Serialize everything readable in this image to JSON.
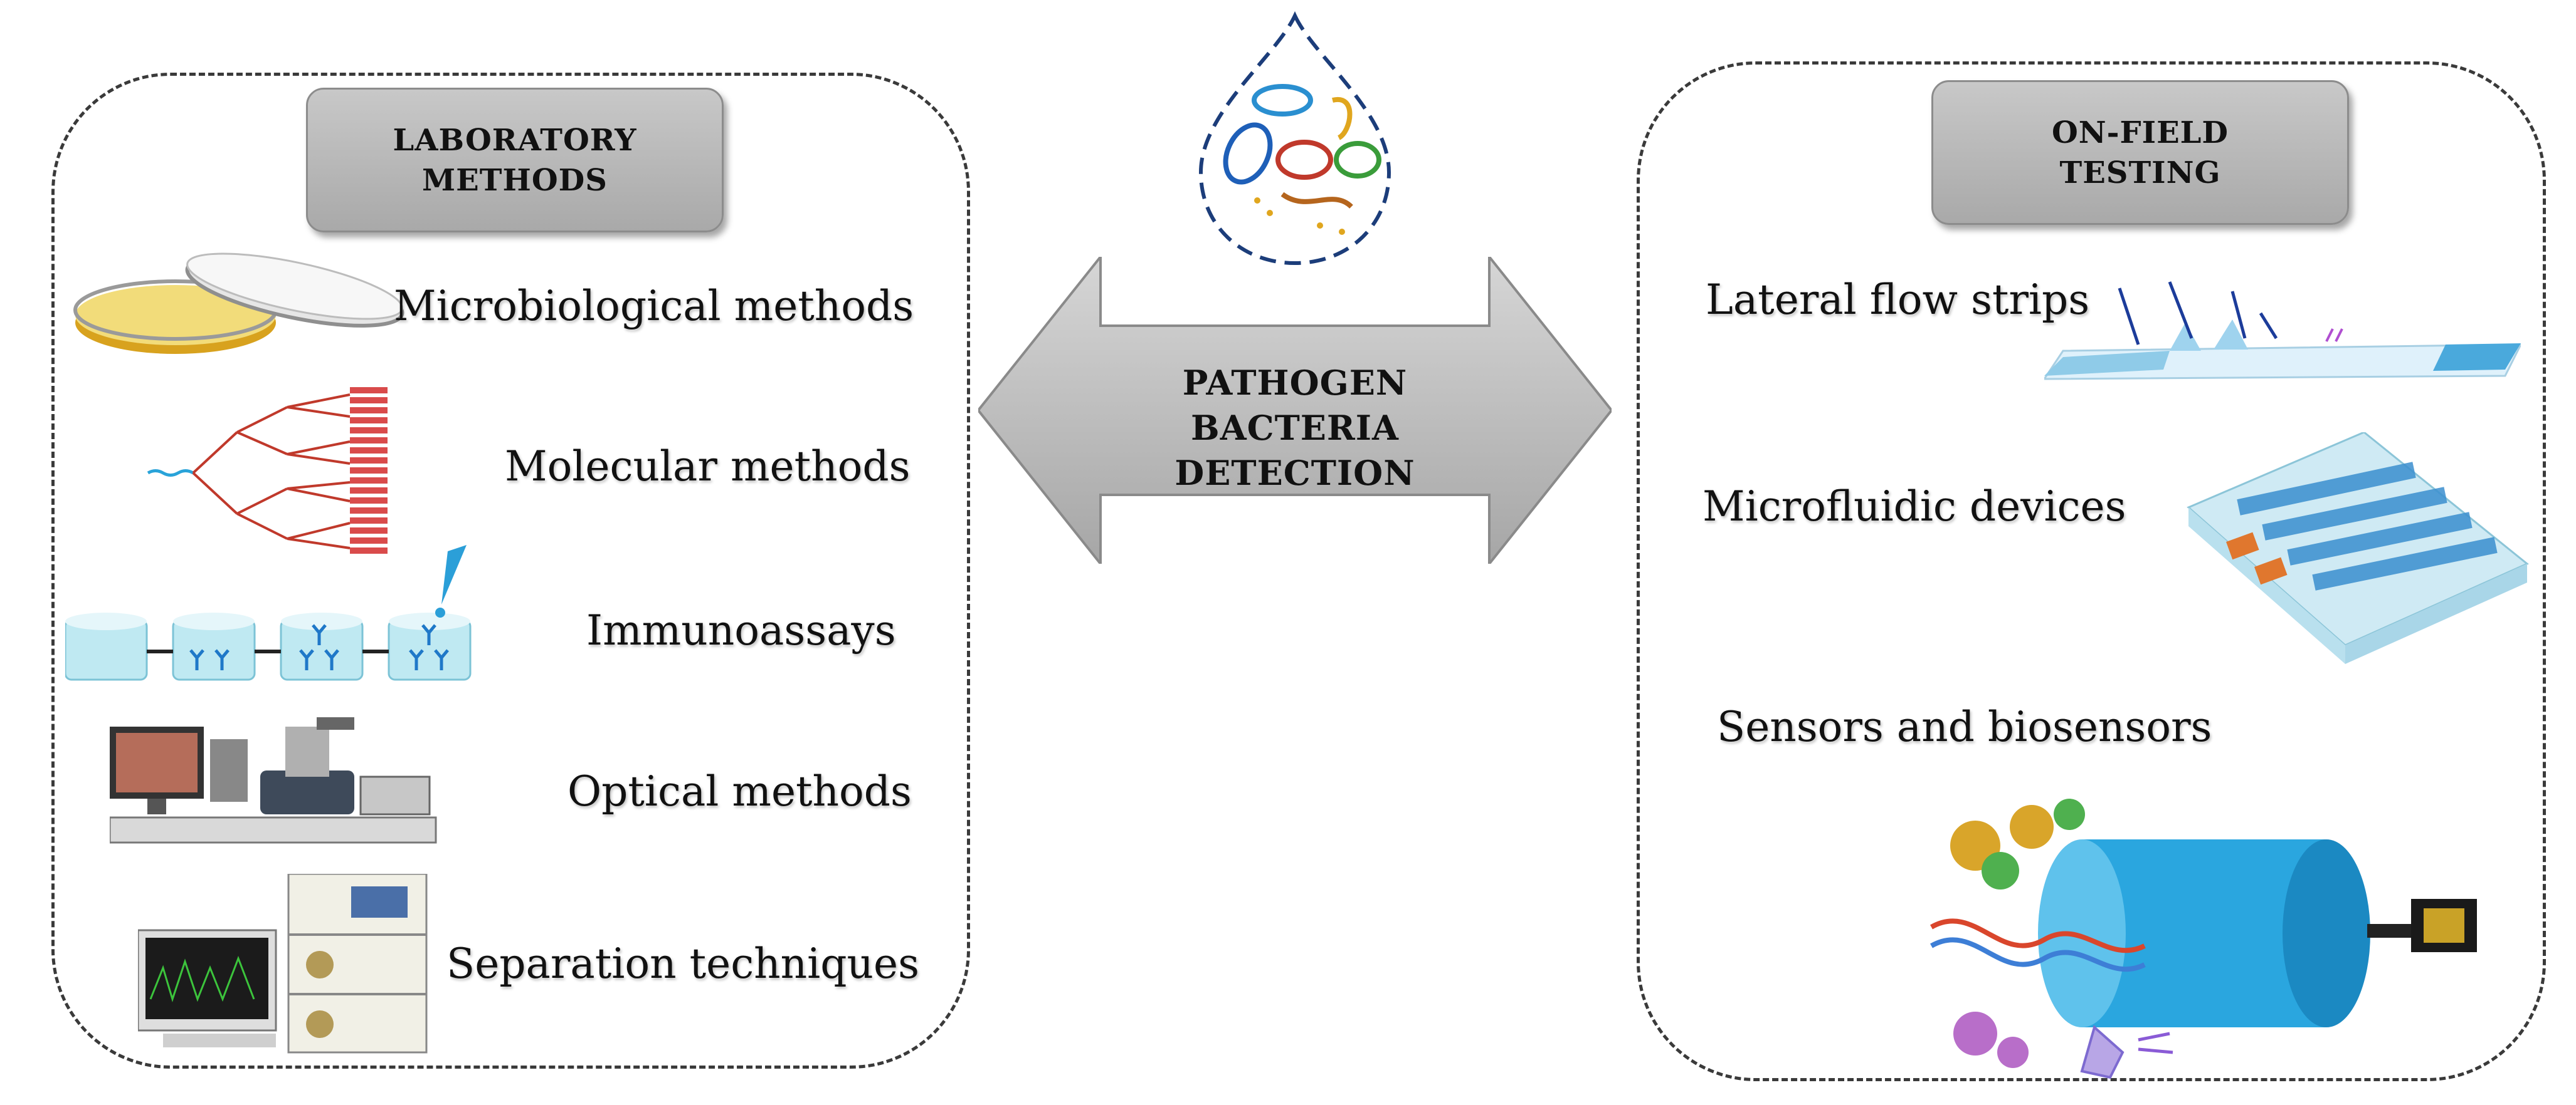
{
  "laboratory": {
    "header": "LABORATORY METHODS",
    "methods": [
      {
        "label": "Microbiological methods",
        "icon": "petri-dish-icon"
      },
      {
        "label": "Molecular methods",
        "icon": "dna-amplification-icon"
      },
      {
        "label": "Immunoassays",
        "icon": "immunoassay-wells-icon"
      },
      {
        "label": "Optical methods",
        "icon": "microscope-workstation-icon"
      },
      {
        "label": "Separation techniques",
        "icon": "chromatography-instrument-icon"
      }
    ]
  },
  "center": {
    "label": "PATHOGEN BACTERIA DETECTION",
    "icon": "bacteria-droplet-icon"
  },
  "on_field": {
    "header": "ON-FIELD TESTING",
    "methods": [
      {
        "label": "Lateral flow strips",
        "icon": "lateral-flow-strip-icon"
      },
      {
        "label": "Microfluidic devices",
        "icon": "microfluidic-chip-icon"
      },
      {
        "label": "Sensors and biosensors",
        "icon": "biosensor-icon"
      }
    ]
  },
  "colors": {
    "panel_border": "#3a3a3a",
    "header_fill": "#b8b8b8",
    "arrow_fill": "#bdbdbd",
    "accent_blue": "#29a3d9"
  }
}
